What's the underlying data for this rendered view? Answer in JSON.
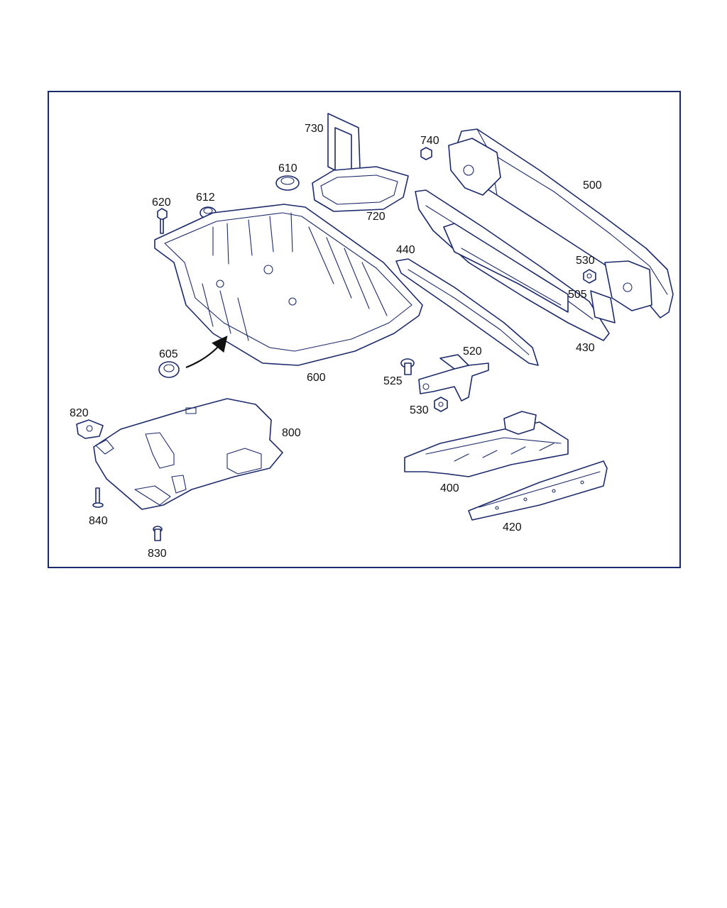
{
  "colors": {
    "frame": "#1b2a6b",
    "line_art": "#1b2a6b",
    "label": "#111111",
    "background": "#ffffff"
  },
  "callouts": {
    "c730": "730",
    "c740": "740",
    "c610": "610",
    "c720": "720",
    "c500": "500",
    "c620": "620",
    "c612": "612",
    "c440": "440",
    "c530a": "530",
    "c505": "505",
    "c430": "430",
    "c605": "605",
    "c600": "600",
    "c520": "520",
    "c525": "525",
    "c530b": "530",
    "c820": "820",
    "c800": "800",
    "c400": "400",
    "c840": "840",
    "c420": "420",
    "c830": "830"
  }
}
